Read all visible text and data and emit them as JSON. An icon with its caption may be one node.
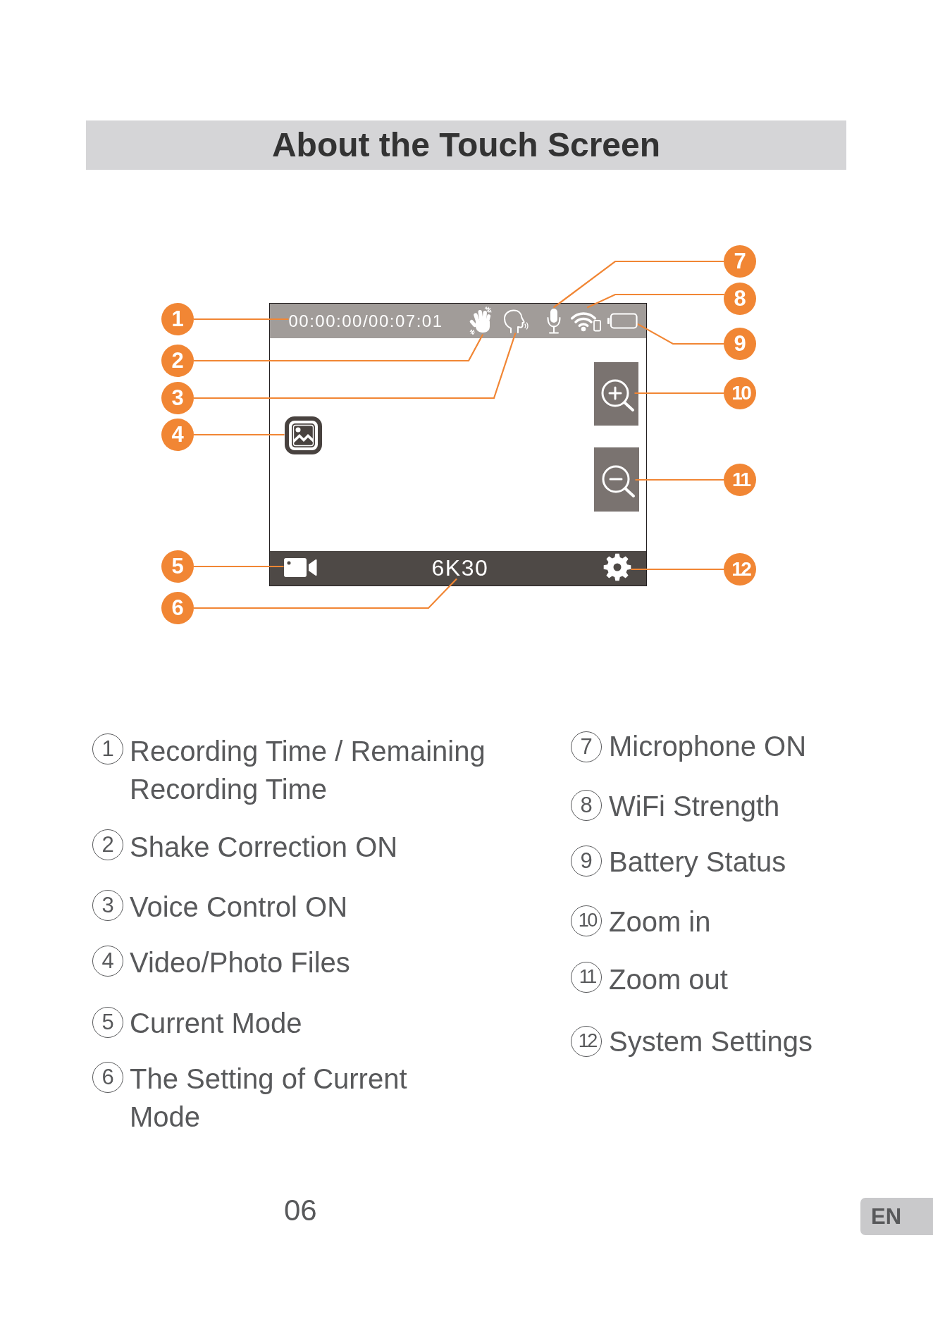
{
  "diagram": {
    "title": "About the Touch Screen",
    "nodes": [
      {
        "text": [],
        "shape": "box"
      },
      {
        "text": [
          "00:00:00/00:07:01"
        ],
        "in": 0
      },
      {
        "text": [],
        "shape": "picture",
        "in": 0
      },
      {
        "text": [],
        "shape": "picture",
        "in": 0
      },
      {
        "text": [],
        "shape": "picture",
        "in": 0
      },
      {
        "text": [],
        "shape": "picture",
        "in": 0
      },
      {
        "text": [],
        "shape": "box",
        "in": 0
      },
      {
        "text": [],
        "shape": "picture",
        "in": 0
      },
      {
        "text": [],
        "shape": "picture",
        "in": 0
      },
      {
        "text": [],
        "shape": "picture",
        "in": 0
      },
      {
        "text": [],
        "shape": "picture",
        "in": 0
      },
      {
        "text": [
          "6K30"
        ],
        "in": 0
      },
      {
        "text": [],
        "shape": "picture",
        "in": 0
      },
      {
        "text": [
          "1"
        ]
      },
      {
        "text": [
          "2"
        ]
      },
      {
        "text": [
          "3"
        ]
      },
      {
        "text": [
          "4"
        ]
      },
      {
        "text": [
          "5"
        ]
      },
      {
        "text": [
          "6"
        ]
      },
      {
        "text": [
          "7"
        ]
      },
      {
        "text": [
          "8"
        ]
      },
      {
        "text": [
          "9"
        ]
      },
      {
        "text": [
          "10"
        ]
      },
      {
        "text": [
          "11"
        ]
      },
      {
        "text": [
          "12"
        ]
      }
    ],
    "edges": [
      {
        "from": 13,
        "to": 1,
        "arrow": "none"
      },
      {
        "from": 14,
        "to": 2,
        "arrow": "none"
      },
      {
        "from": 15,
        "to": 3,
        "arrow": "none"
      },
      {
        "from": 16,
        "to": 8,
        "arrow": "none"
      },
      {
        "from": 17,
        "to": 10,
        "arrow": "none"
      },
      {
        "from": 18,
        "to": 11,
        "arrow": "none"
      },
      {
        "from": 19,
        "to": 4,
        "arrow": "none"
      },
      {
        "from": 20,
        "to": 5,
        "arrow": "none"
      },
      {
        "from": 21,
        "to": 6,
        "arrow": "none"
      },
      {
        "from": 22,
        "to": 7,
        "arrow": "none"
      },
      {
        "from": 23,
        "to": 9,
        "arrow": "none"
      },
      {
        "from": 24,
        "to": 12,
        "arrow": "none"
      }
    ],
    "labels": [
      "1",
      "Recording Time / Remaining Recording Time",
      "2",
      "Shake Correction ON",
      "3",
      "Voice Control ON",
      "4",
      "Video/Photo Files",
      "5",
      "Current Mode",
      "6",
      "The Setting of Current Mode",
      "7",
      "Microphone ON",
      "8",
      "WiFi Strength",
      "9",
      "Battery Status",
      "10",
      "Zoom in",
      "11",
      "Zoom out",
      "12",
      "System Settings",
      "06",
      "EN"
    ]
  }
}
